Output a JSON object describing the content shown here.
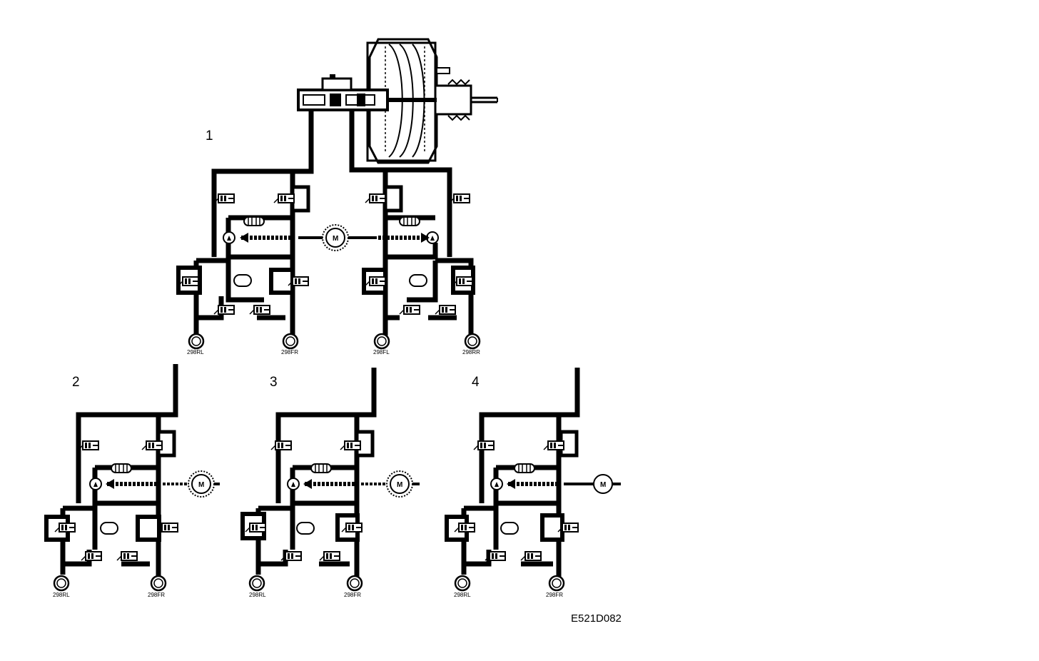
{
  "figures": [
    {
      "id": "1",
      "label": "1",
      "wheels": [
        "298RL",
        "298FR",
        "298FL",
        "298RR"
      ],
      "motor": "M"
    },
    {
      "id": "2",
      "label": "2",
      "wheels": [
        "298RL",
        "298FR"
      ],
      "motor": "M"
    },
    {
      "id": "3",
      "label": "3",
      "wheels": [
        "298RL",
        "298FR"
      ],
      "motor": "M"
    },
    {
      "id": "4",
      "label": "4",
      "wheels": [
        "298RL",
        "298FR"
      ],
      "motor": "M"
    }
  ],
  "figure_id": "E521D082"
}
